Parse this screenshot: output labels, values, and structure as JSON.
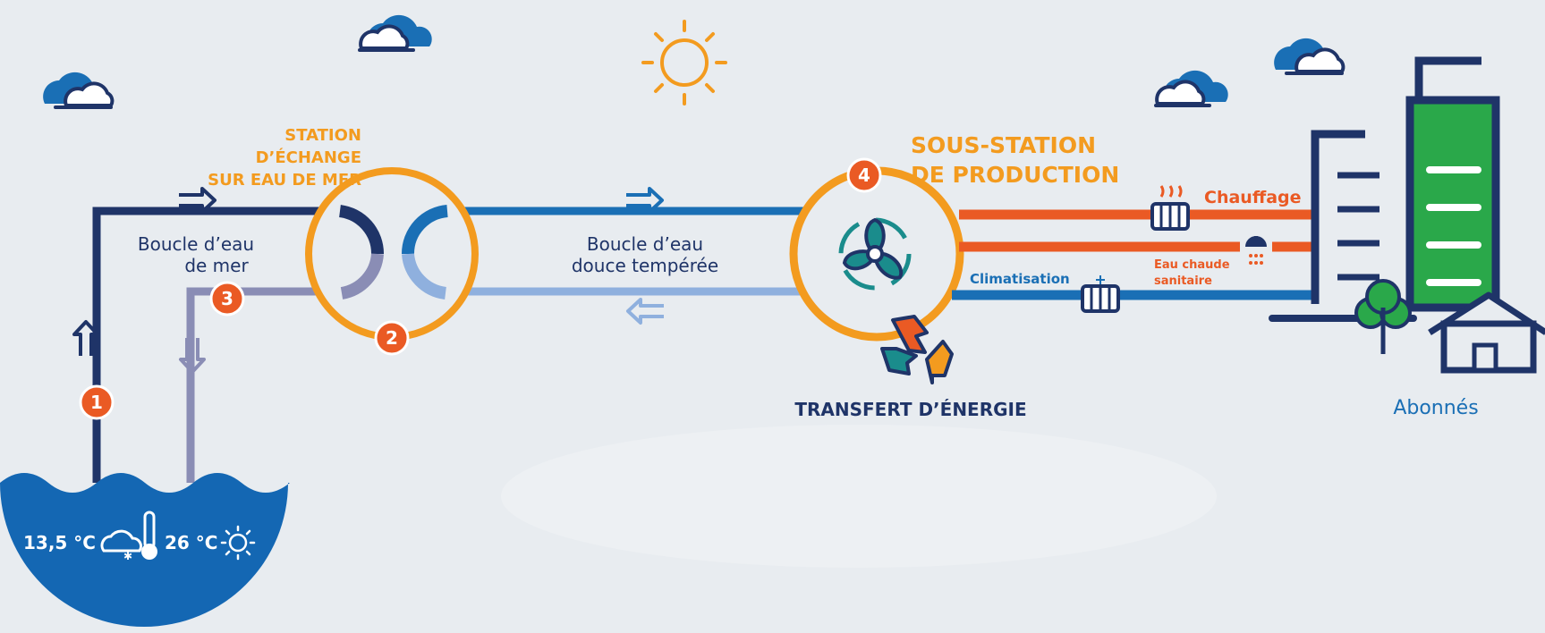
{
  "labels": {
    "station_line1": "STATION",
    "station_line2": "D’ÉCHANGE",
    "station_line3": "SUR EAU DE MER",
    "sea_loop_line1": "Boucle d’eau",
    "sea_loop_line2": "de mer",
    "fresh_loop_line1": "Boucle d’eau",
    "fresh_loop_line2": "douce tempérée",
    "substation_line1": "SOUS-STATION",
    "substation_line2": "DE PRODUCTION",
    "transfer": "TRANSFERT D’ÉNERGIE",
    "heating": "Chauffage",
    "hot_water_line1": "Eau chaude",
    "hot_water_line2": "sanitaire",
    "cooling": "Climatisation",
    "subscribers": "Abonnés",
    "temp_winter": "13,5 °C",
    "temp_summer": "26 °C"
  },
  "steps": [
    "1",
    "2",
    "3",
    "4"
  ],
  "colors": {
    "navy": "#1f3468",
    "blue": "#1a6fb5",
    "light_blue": "#8fb0de",
    "lavender": "#8a8db5",
    "orange": "#f39b1f",
    "red_orange": "#ea5a24",
    "green": "#2aa84a",
    "teal": "#1a8c8c",
    "sea": "#1467b3"
  },
  "icons": [
    "cloud-icon",
    "sun-icon",
    "fan-icon",
    "recycle-icon",
    "radiator-icon",
    "shower-icon",
    "thermometer-icon",
    "tree-icon",
    "house-icon",
    "building-icon",
    "arrow-icon"
  ]
}
